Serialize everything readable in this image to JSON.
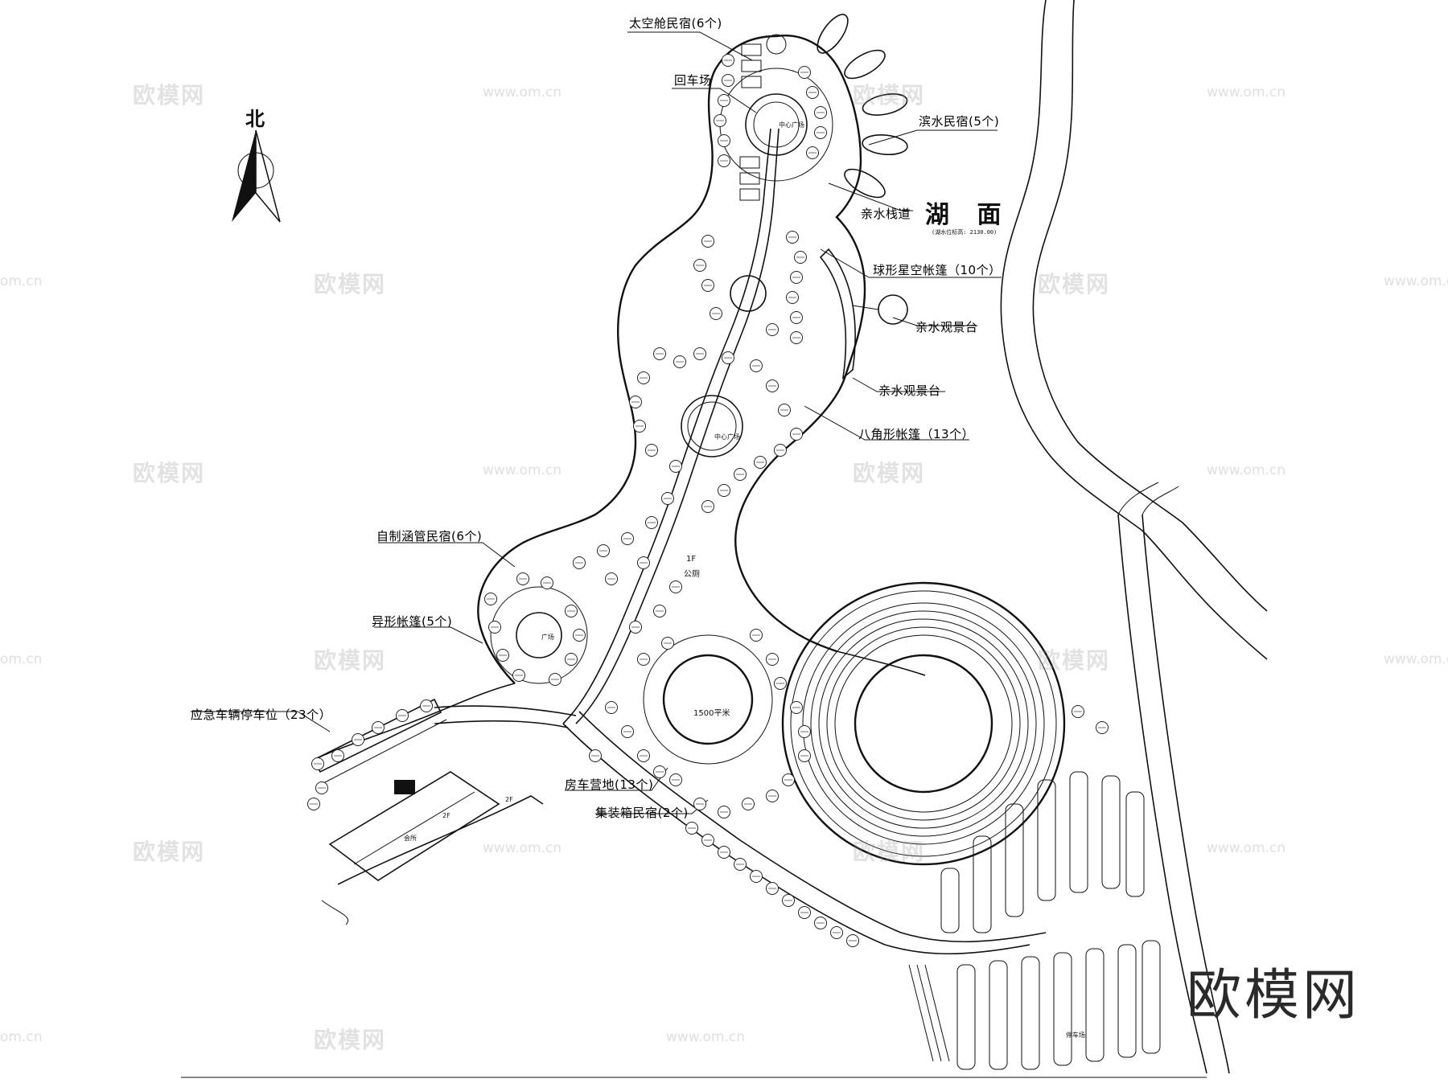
{
  "map": {
    "north_label": "北",
    "lake_label": "湖 面",
    "lake_sublabel": "(湖水位标高: 2130.00)",
    "brand_watermark": "欧模网",
    "watermark_text": "欧模网",
    "watermark_url": "www.om.cn",
    "watermark_url_partial": "om.cn",
    "features": {
      "space_capsule": "太空舱民宿(6个)",
      "turnaround": "回车场",
      "waterfront_inn": "滨水民宿(5个)",
      "boardwalk": "亲水栈道",
      "sphere_tent": "球形星空帐篷（10个）",
      "viewing_deck_1": "亲水观景台",
      "viewing_deck_2": "亲水观景台",
      "octagon_tent": "八角形帐篷（13个）",
      "culvert_inn": "自制涵管民宿(6个)",
      "special_tent": "异形帐篷(5个)",
      "emergency_parking": "应急车辆停车位（23个）",
      "rv_camp": "房车营地(13个)",
      "container_inn": "集装箱民宿(2个)"
    },
    "plaza_labels": {
      "center_plaza": "中心广场",
      "middle_plaza": "中心广场",
      "small_plaza": "广场",
      "rv_plaza": "1500平米",
      "toilet": "公厕",
      "toilet_floor": "1F",
      "clubhouse": "会所",
      "clubhouse_floor": "2F",
      "clubhouse_floor_2": "2F",
      "parking_lot": "停车场"
    }
  }
}
